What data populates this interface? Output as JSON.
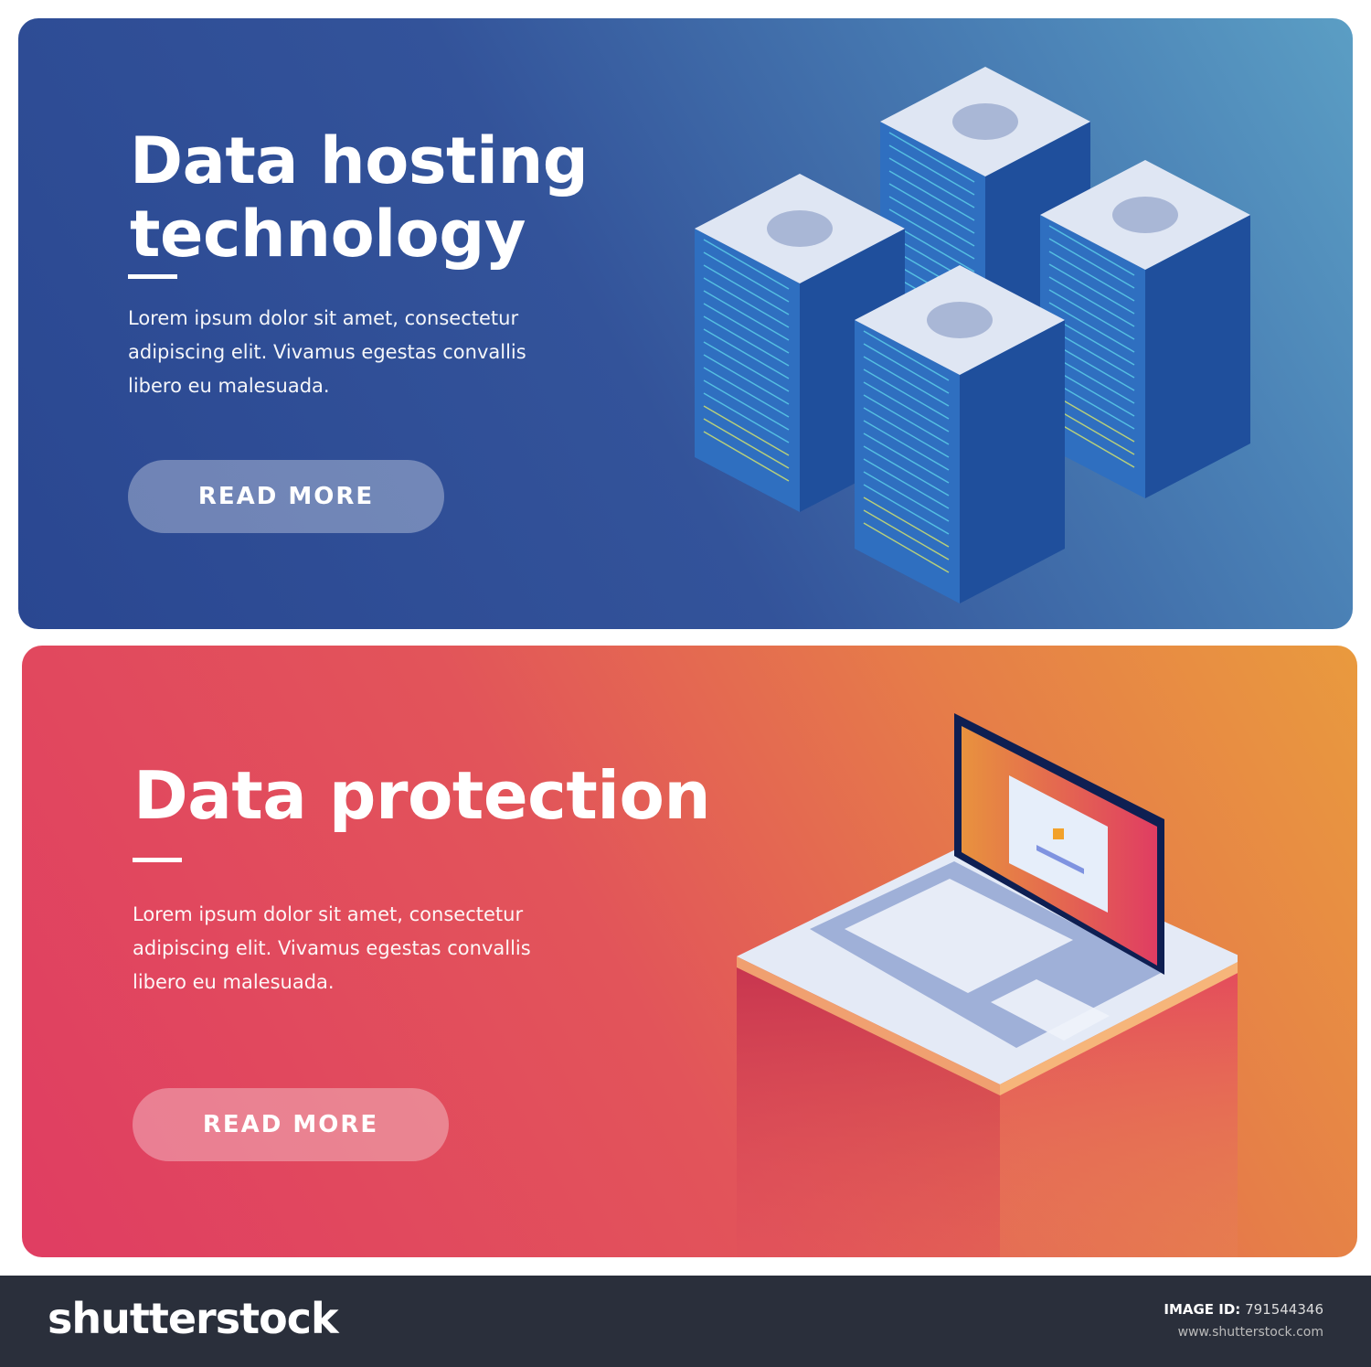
{
  "banners": [
    {
      "title_line1": "Data hosting",
      "title_line2": "technology",
      "text": "Lorem ipsum dolor sit amet, consectetur adipiscing elit. Vivamus egestas convallis libero eu malesuada.",
      "button": "READ MORE",
      "colors": {
        "start": "#2a4791",
        "end": "#5b9ec4"
      },
      "illustration": "server-racks"
    },
    {
      "title_line1": "Data protection",
      "text": "Lorem ipsum dolor sit amet, consectetur adipiscing elit. Vivamus egestas convallis libero eu malesuada.",
      "button": "READ MORE",
      "colors": {
        "start": "#e03d62",
        "end": "#e99a3e"
      },
      "illustration": "laptop-with-lock-login"
    }
  ],
  "footer": {
    "logo": "shutterstock",
    "image_id_label": "IMAGE ID:",
    "image_id": "791544346",
    "site": "www.shutterstock.com"
  }
}
